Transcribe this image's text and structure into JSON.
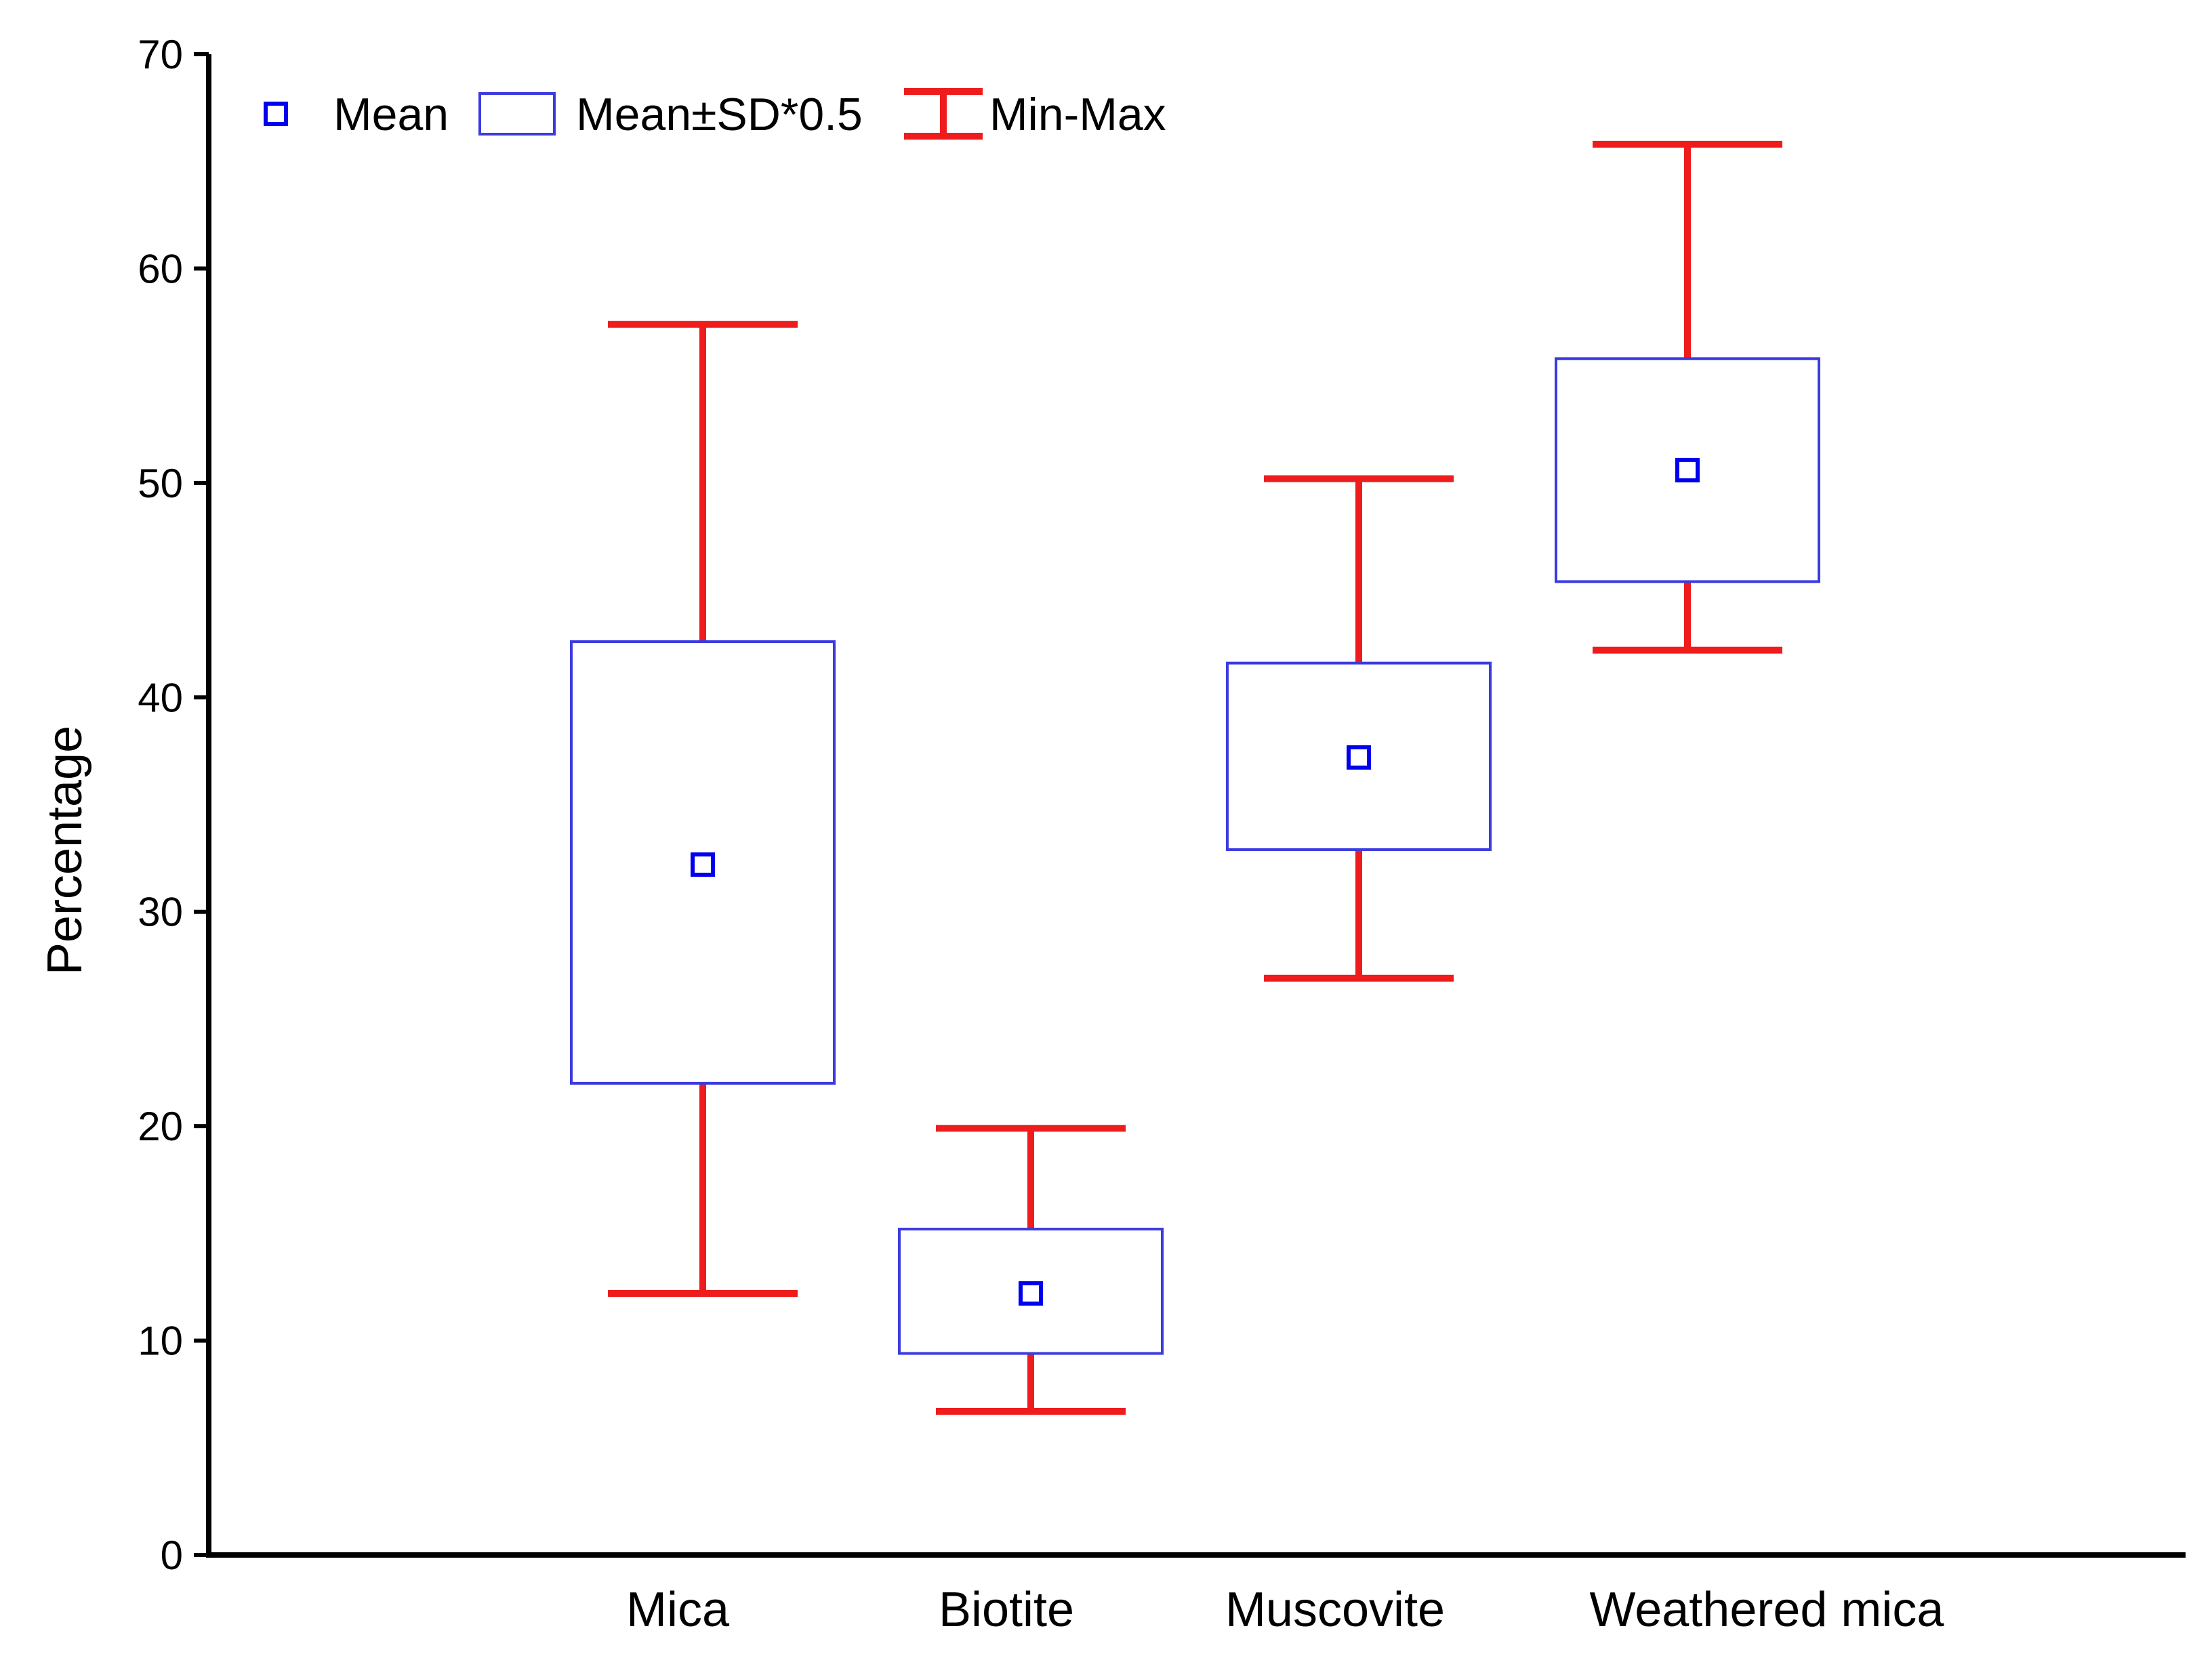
{
  "chart_data": {
    "type": "box",
    "ylabel": "Percentage",
    "xlabel": "",
    "ylim": [
      0,
      70
    ],
    "yticks": [
      0,
      10,
      20,
      30,
      40,
      50,
      60,
      70
    ],
    "ytick_labels": [
      "0",
      "10",
      "20",
      "30",
      "40",
      "50",
      "60",
      "70"
    ],
    "grid": false,
    "legend_position": "top-left",
    "legend": [
      {
        "key": "mean",
        "label": "Mean"
      },
      {
        "key": "box",
        "label": "Mean±SD*0.5"
      },
      {
        "key": "whisker",
        "label": "Min-Max"
      }
    ],
    "categories": [
      "Mica",
      "Biotite",
      "Muscovite",
      "Weathered mica"
    ],
    "series": [
      {
        "category": "Mica",
        "mean": 32.2,
        "box_low": 22.0,
        "box_high": 42.6,
        "min": 12.2,
        "max": 57.4
      },
      {
        "category": "Biotite",
        "mean": 12.2,
        "box_low": 9.4,
        "box_high": 15.2,
        "min": 6.7,
        "max": 19.9
      },
      {
        "category": "Muscovite",
        "mean": 37.2,
        "box_low": 32.9,
        "box_high": 41.6,
        "min": 26.9,
        "max": 50.2
      },
      {
        "category": "Weathered mica",
        "mean": 50.6,
        "box_low": 45.4,
        "box_high": 55.8,
        "min": 42.2,
        "max": 65.8
      }
    ],
    "colors": {
      "mean": "#0000ee",
      "box": "#3b3be0",
      "whisker": "#ee1c1c",
      "axis": "#000000"
    }
  }
}
